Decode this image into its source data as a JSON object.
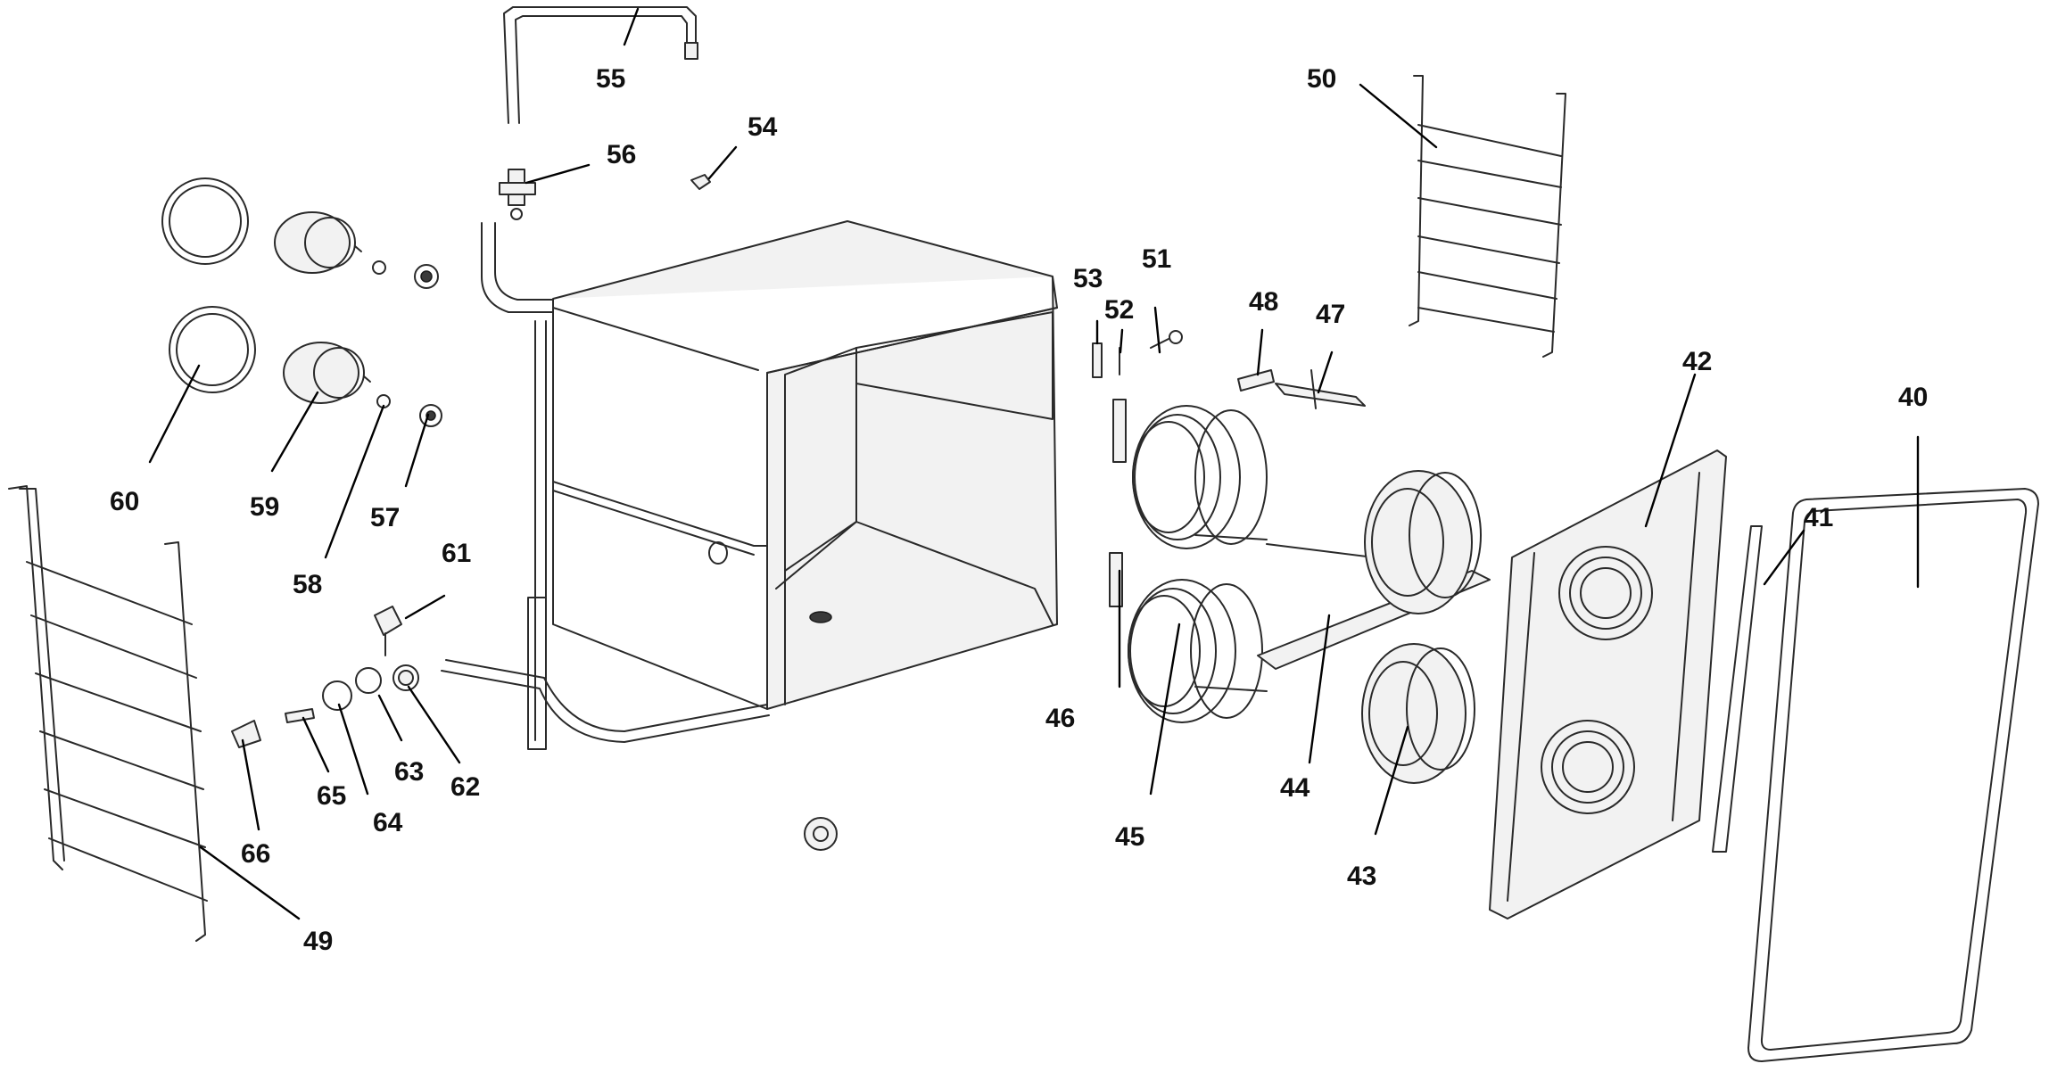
{
  "callouts": {
    "c40": "40",
    "c41": "41",
    "c42": "42",
    "c43": "43",
    "c44": "44",
    "c45": "45",
    "c46": "46",
    "c47": "47",
    "c48": "48",
    "c49": "49",
    "c50": "50",
    "c51": "51",
    "c52": "52",
    "c53": "53",
    "c54": "54",
    "c55": "55",
    "c56": "56",
    "c57": "57",
    "c58": "58",
    "c59": "59",
    "c60": "60",
    "c61": "61",
    "c62": "62",
    "c63": "63",
    "c64": "64",
    "c65": "65",
    "c66": "66"
  },
  "colors": {
    "line": "#2a2a2a",
    "label": "#111111",
    "background": "#ffffff"
  }
}
